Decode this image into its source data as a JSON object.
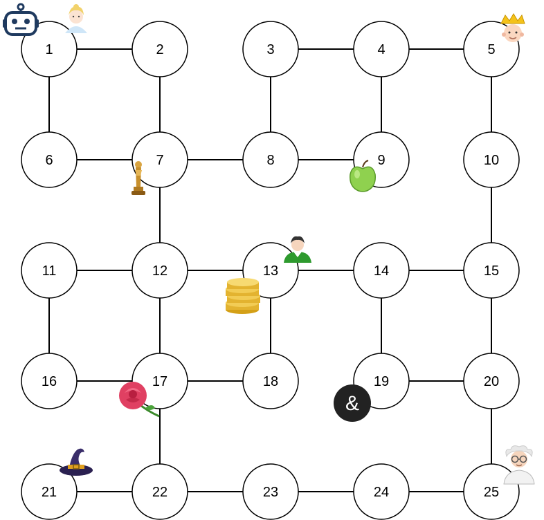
{
  "nodes": [
    {
      "id": 1,
      "label": "1"
    },
    {
      "id": 2,
      "label": "2"
    },
    {
      "id": 3,
      "label": "3"
    },
    {
      "id": 4,
      "label": "4"
    },
    {
      "id": 5,
      "label": "5"
    },
    {
      "id": 6,
      "label": "6"
    },
    {
      "id": 7,
      "label": "7"
    },
    {
      "id": 8,
      "label": "8"
    },
    {
      "id": 9,
      "label": "9"
    },
    {
      "id": 10,
      "label": "10"
    },
    {
      "id": 11,
      "label": "11"
    },
    {
      "id": 12,
      "label": "12"
    },
    {
      "id": 13,
      "label": "13"
    },
    {
      "id": 14,
      "label": "14"
    },
    {
      "id": 15,
      "label": "15"
    },
    {
      "id": 16,
      "label": "16"
    },
    {
      "id": 17,
      "label": "17"
    },
    {
      "id": 18,
      "label": "18"
    },
    {
      "id": 19,
      "label": "19"
    },
    {
      "id": 20,
      "label": "20"
    },
    {
      "id": 21,
      "label": "21"
    },
    {
      "id": 22,
      "label": "22"
    },
    {
      "id": 23,
      "label": "23"
    },
    {
      "id": 24,
      "label": "24"
    },
    {
      "id": 25,
      "label": "25"
    }
  ],
  "edges": [
    [
      1,
      2
    ],
    [
      3,
      4
    ],
    [
      4,
      5
    ],
    [
      1,
      6
    ],
    [
      2,
      7
    ],
    [
      3,
      8
    ],
    [
      4,
      9
    ],
    [
      5,
      10
    ],
    [
      6,
      7
    ],
    [
      7,
      8
    ],
    [
      8,
      9
    ],
    [
      7,
      12
    ],
    [
      10,
      15
    ],
    [
      11,
      12
    ],
    [
      12,
      13
    ],
    [
      13,
      14
    ],
    [
      14,
      15
    ],
    [
      11,
      16
    ],
    [
      12,
      17
    ],
    [
      13,
      18
    ],
    [
      14,
      19
    ],
    [
      15,
      20
    ],
    [
      16,
      17
    ],
    [
      17,
      18
    ],
    [
      19,
      20
    ],
    [
      17,
      22
    ],
    [
      20,
      25
    ],
    [
      21,
      22
    ],
    [
      22,
      23
    ],
    [
      23,
      24
    ],
    [
      24,
      25
    ]
  ],
  "items": [
    {
      "name": "robot-icon",
      "node": 1
    },
    {
      "name": "princess-icon",
      "node": 1
    },
    {
      "name": "king-icon",
      "node": 5
    },
    {
      "name": "trophy-icon",
      "node": 7
    },
    {
      "name": "apple-icon",
      "node": 9
    },
    {
      "name": "person-icon",
      "node": 13
    },
    {
      "name": "coins-icon",
      "node": 13
    },
    {
      "name": "rose-icon",
      "node": 17
    },
    {
      "name": "ampersand-icon",
      "node": 19,
      "text": "&"
    },
    {
      "name": "witch-hat-icon",
      "node": 21
    },
    {
      "name": "scientist-icon",
      "node": 25
    }
  ],
  "colors": {
    "node_fill": "#ffffff",
    "node_stroke": "#000000",
    "edge": "#000000",
    "robot": "#1f3a5f",
    "ampersand_bg": "#222222",
    "ampersand_fg": "#ffffff"
  }
}
